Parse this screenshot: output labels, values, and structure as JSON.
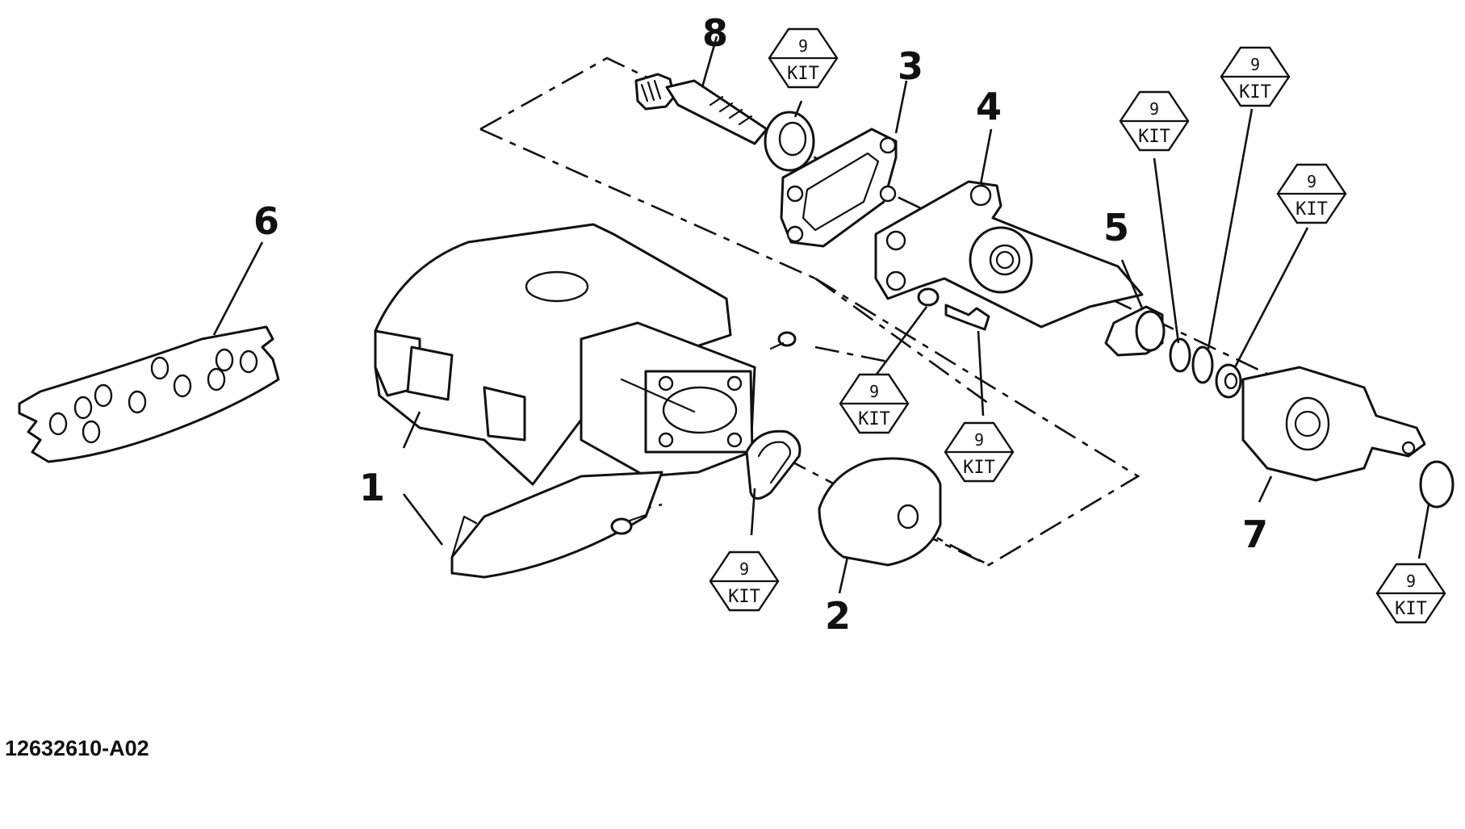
{
  "callouts": {
    "c1": "1",
    "c2": "2",
    "c3": "3",
    "c4": "4",
    "c5": "5",
    "c6": "6",
    "c7": "7",
    "c8": "8"
  },
  "kit_badge": {
    "number": "9",
    "label": "KIT"
  },
  "reference_code": "12632610-A02"
}
